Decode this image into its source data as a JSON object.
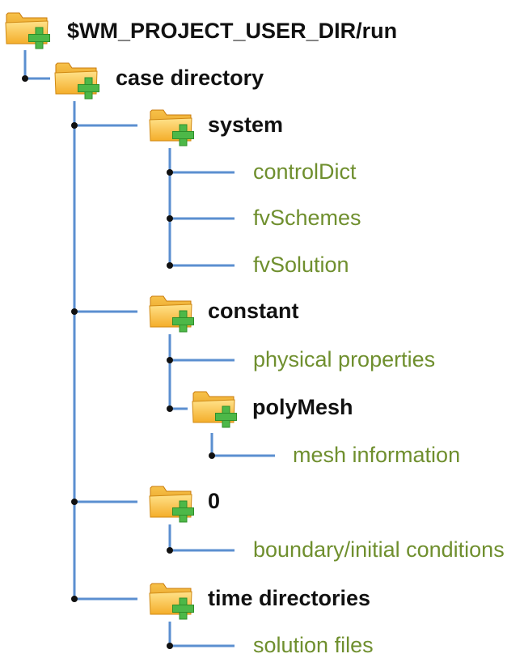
{
  "colors": {
    "connector": "#5b8fd0",
    "dot": "#111111",
    "folder_label": "#111111",
    "file_label": "#6f8f2e",
    "folder_body": "#f2a51c",
    "plus": "#4db848"
  },
  "icons": {
    "folder": "folder-plus-icon"
  },
  "tree": {
    "root": {
      "label": "$WM_PROJECT_USER_DIR/run"
    },
    "case": {
      "label": "case directory"
    },
    "system": {
      "label": "system",
      "files": [
        "controlDict",
        "fvSchemes",
        "fvSolution"
      ]
    },
    "constant": {
      "label": "constant",
      "files": [
        "physical properties"
      ],
      "polymesh": {
        "label": "polyMesh",
        "files": [
          "mesh information"
        ]
      }
    },
    "zero": {
      "label": "0",
      "files": [
        "boundary/initial conditions"
      ]
    },
    "time": {
      "label": "time directories",
      "files": [
        "solution files"
      ]
    }
  }
}
